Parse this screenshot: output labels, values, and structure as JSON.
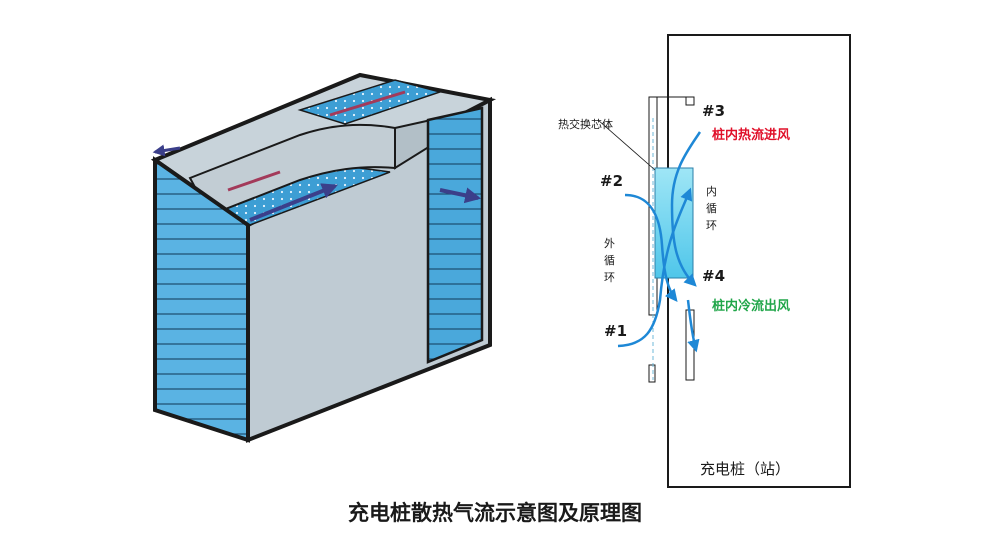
{
  "caption": "充电桩散热气流示意图及原理图",
  "labels": {
    "p3": "#3",
    "p2": "#2",
    "p4": "#4",
    "p1": "#1",
    "core": "热交换芯体",
    "hot_in": "桩内热流进风",
    "cold_out": "桩内冷流出风",
    "inner_loop": [
      "内",
      "循",
      "环"
    ],
    "outer_loop": [
      "外",
      "循",
      "环"
    ],
    "station": "充电桩（站）"
  },
  "colors": {
    "fin_blue": "#5ab3e3",
    "body_gray": "#bfcbd3",
    "arrow_blue": "#1e88d6",
    "hot_red": "#e0102a",
    "cold_green": "#21a64a",
    "outline": "#1a1a1a"
  }
}
